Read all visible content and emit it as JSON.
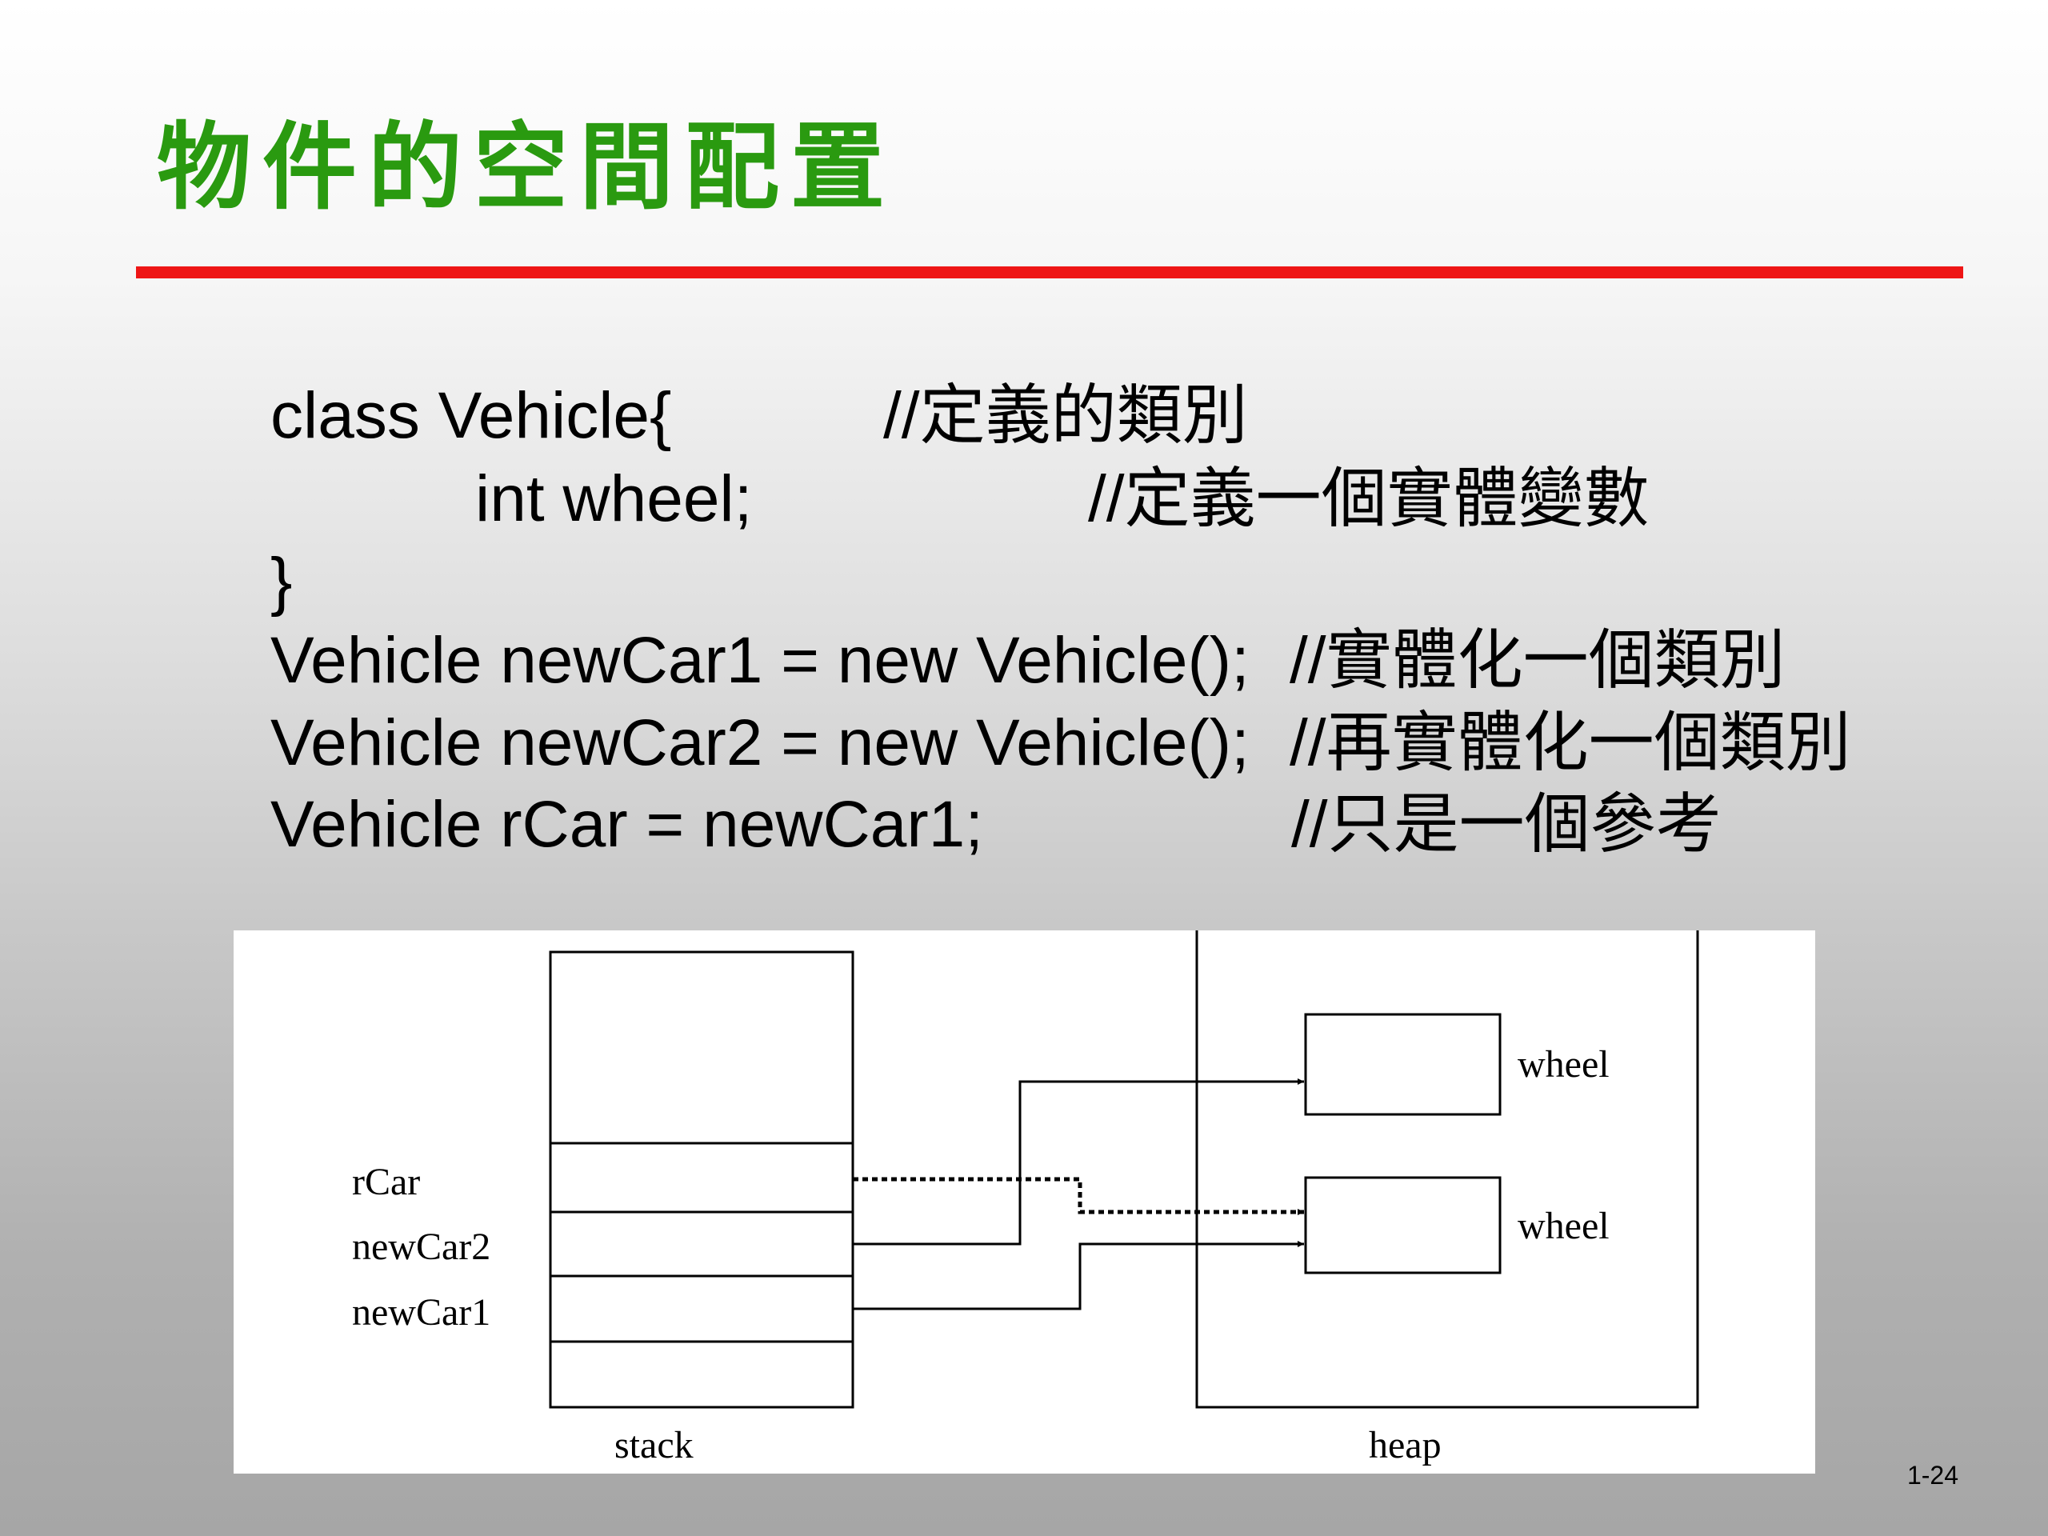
{
  "slide": {
    "title": "物件的空間配置",
    "page_number": "1-24"
  },
  "code": {
    "lines": [
      {
        "code": "class Vehicle{",
        "comment": "//定義的類別"
      },
      {
        "code": "int wheel;",
        "comment": "//定義一個實體變數"
      },
      {
        "code": "}",
        "comment": ""
      },
      {
        "code": "Vehicle newCar1 = new Vehicle();",
        "comment": "//實體化一個類別"
      },
      {
        "code": "Vehicle newCar2 = new Vehicle();",
        "comment": "//再實體化一個類別"
      },
      {
        "code": "Vehicle rCar = newCar1;",
        "comment": "//只是一個參考"
      }
    ]
  },
  "diagram": {
    "stack_label": "stack",
    "heap_label": "heap",
    "variables": [
      "rCar",
      "newCar2",
      "newCar1"
    ],
    "objects": [
      "wheel",
      "wheel"
    ]
  },
  "colors": {
    "title": "#2a9a10",
    "rule": "#ee1515"
  }
}
